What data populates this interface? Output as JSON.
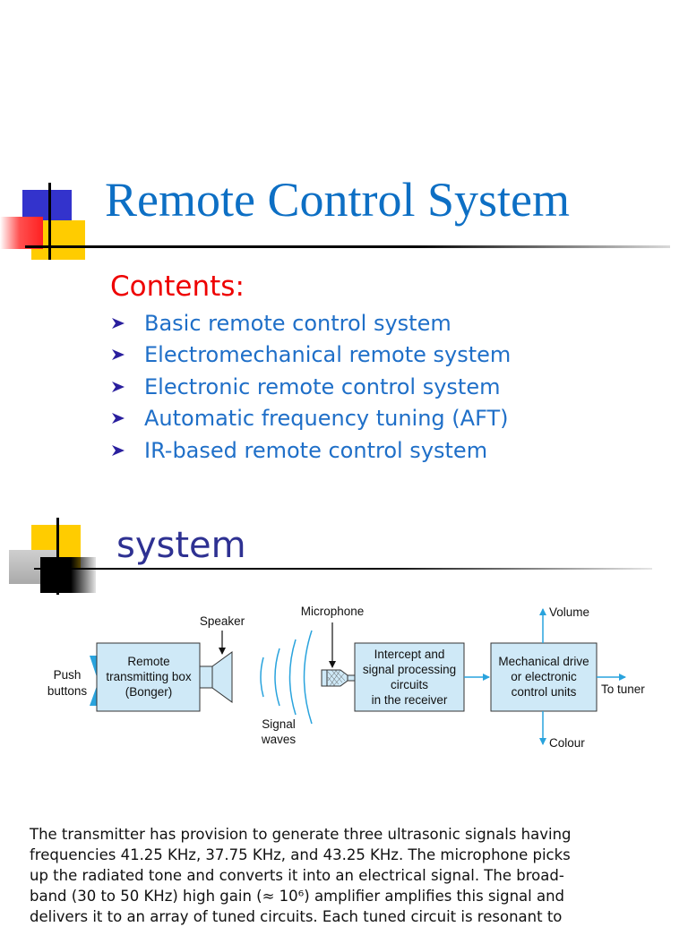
{
  "slide1": {
    "title": "Remote Control System",
    "contents_heading": "Contents:",
    "items": [
      "Basic remote control system",
      "Electromechanical remote system",
      "Electronic remote control system",
      "Automatic frequency tuning (AFT)",
      "IR-based remote control system"
    ]
  },
  "slide2": {
    "title": "system",
    "diagram": {
      "push_buttons_1": "Push",
      "push_buttons_2": "buttons",
      "box1": [
        "Remote",
        "transmitting box",
        "(Bonger)"
      ],
      "speaker": "Speaker",
      "microphone": "Microphone",
      "signal_1": "Signal",
      "signal_2": "waves",
      "box2": [
        "Intercept and",
        "signal processing",
        "circuits",
        "in the receiver"
      ],
      "box3": [
        "Mechanical drive",
        "or electronic",
        "control units"
      ],
      "volume": "Volume",
      "colour": "Colour",
      "to_tuner": "To tuner"
    },
    "paragraph_lines": [
      "The transmitter has provision to generate three ultrasonic signals having",
      "frequencies 41.25 KHz, 37.75 KHz, and 43.25 KHz. The microphone picks",
      "up the radiated tone and converts it into an electrical signal. The broad-",
      "band (30 to 50 KHz) high gain (≈ 10⁶) amplifier amplifies this signal and",
      "delivers it to an array of tuned circuits. Each tuned circuit is resonant to"
    ]
  },
  "colors": {
    "title_blue": "#0d6fc4",
    "contents_red": "#ee0000",
    "item_blue": "#1f6fc8",
    "system_title": "#2e3192",
    "box_fill": "#cfe9f7",
    "arrow_blue": "#29a3dd"
  },
  "icons": {
    "bullet": "arrowhead-bullet-icon"
  }
}
